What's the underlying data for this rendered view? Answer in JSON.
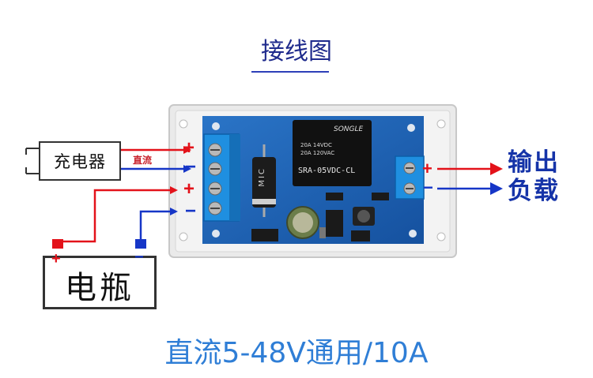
{
  "title": "接线图",
  "charger": {
    "label": "充电器",
    "wire_tag": "直流"
  },
  "battery": {
    "label": "电瓶",
    "plus": "+",
    "minus": "−"
  },
  "input_terminals": {
    "plus_top": "+",
    "minus_top": "−",
    "plus_bottom": "+",
    "minus_bottom": "−"
  },
  "output": {
    "plus": "+",
    "minus": "−",
    "label_line1": "输出",
    "label_line2": "负载"
  },
  "relay": {
    "brand": "SONGLE",
    "rating1": "20A 14VDC",
    "rating2": "20A 120VAC",
    "model": "SRA-05VDC-CL"
  },
  "diode": {
    "marking": "MIC"
  },
  "footer": "直流5-48V通用/10A",
  "colors": {
    "positive_wire": "#e3121a",
    "negative_wire": "#1636c7",
    "pcb": "#1b63b8",
    "terminal": "#1f8fe0",
    "title": "#1e2a8c",
    "footer": "#2f7ed6"
  }
}
